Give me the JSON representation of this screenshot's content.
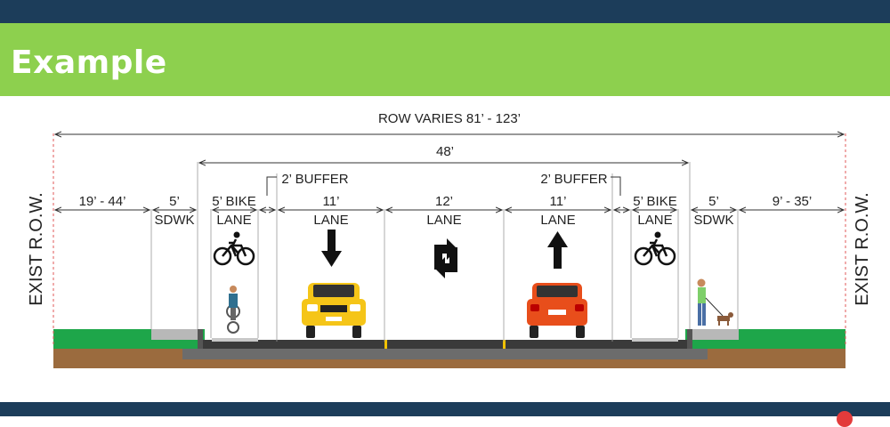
{
  "header": {
    "title": "Example"
  },
  "dimensions": {
    "row": "ROW VARIES 81’ - 123’",
    "curb_to_curb": "48’",
    "buffer_left": "2’ BUFFER",
    "buffer_right": "2’ BUFFER"
  },
  "segments": {
    "left_setback": "19’ - 44’",
    "left_sidewalk_width": "5’",
    "left_sidewalk_label": "SDWK",
    "left_bike_width": "5’ BIKE",
    "left_bike_label": "LANE",
    "left_lane_width": "11’",
    "left_lane_label": "LANE",
    "center_lane_width": "12’",
    "center_lane_label": "LANE",
    "right_lane_width": "11’",
    "right_lane_label": "LANE",
    "right_bike_width": "5’ BIKE",
    "right_bike_label": "LANE",
    "right_sidewalk_width": "5’",
    "right_sidewalk_label": "SDWK",
    "right_setback": "9’ - 35’"
  },
  "edges": {
    "left": "EXIST R.O.W.",
    "right": "EXIST R.O.W."
  },
  "colors": {
    "nav_bar": "#1c3d5a",
    "banner": "#8dd04e",
    "grass": "#1ea64a",
    "soil": "#9b6b3e",
    "asphalt": "#3a3a3a",
    "yellow_car": "#f5c518",
    "orange_car": "#e84e1b"
  }
}
